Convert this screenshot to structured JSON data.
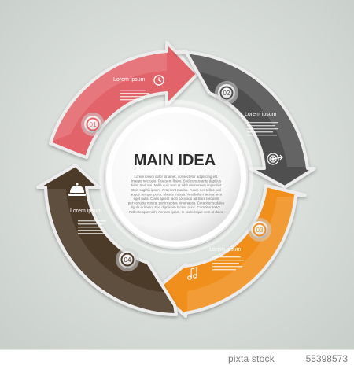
{
  "center": {
    "title": "MAIN IDEA",
    "body_lines": [
      "Lorem ipsum dolor sit amet, consectetur adipiscing elit.",
      "Integer nec odio. Praesent libero. Sed cursus ante dapibus",
      "diam. Sed nisi. Nulla quis sem at nibh elementum imperdiet.",
      "Duis sagittis ipsum. Praesent mauris. Fusce nec tellus sed",
      "augue semper porta. Mauris massa. Vestibulum lacinia arcu",
      "eget nulla. Class aptent taciti sociosqu ad litora torquent",
      "per conubia nostra, per inceptos himenaeos. Curabitur sodales",
      "ligula in libero. Sed dignissim lacinia nunc. Curabitur tortor.",
      "Pellentesque nibh. Aenean quam. In scelerisque sem at dolor."
    ]
  },
  "segments": [
    {
      "id": "s01",
      "number": "01",
      "heading": "Lorem ipsum",
      "color": "#e3636b",
      "icon": "clock-icon"
    },
    {
      "id": "s02",
      "number": "02",
      "heading": "Lorem ipsum",
      "color": "#4f4f4f",
      "icon": "target-icon"
    },
    {
      "id": "s03",
      "number": "03",
      "heading": "Lorem ipsum",
      "color": "#f08f1f",
      "icon": "music-icon"
    },
    {
      "id": "s04",
      "number": "04",
      "heading": "Lorem ipsum",
      "color": "#4e3a2a",
      "icon": "cake-icon"
    }
  ],
  "footer": {
    "brand": "pixta stock",
    "image_id": "55398573"
  }
}
